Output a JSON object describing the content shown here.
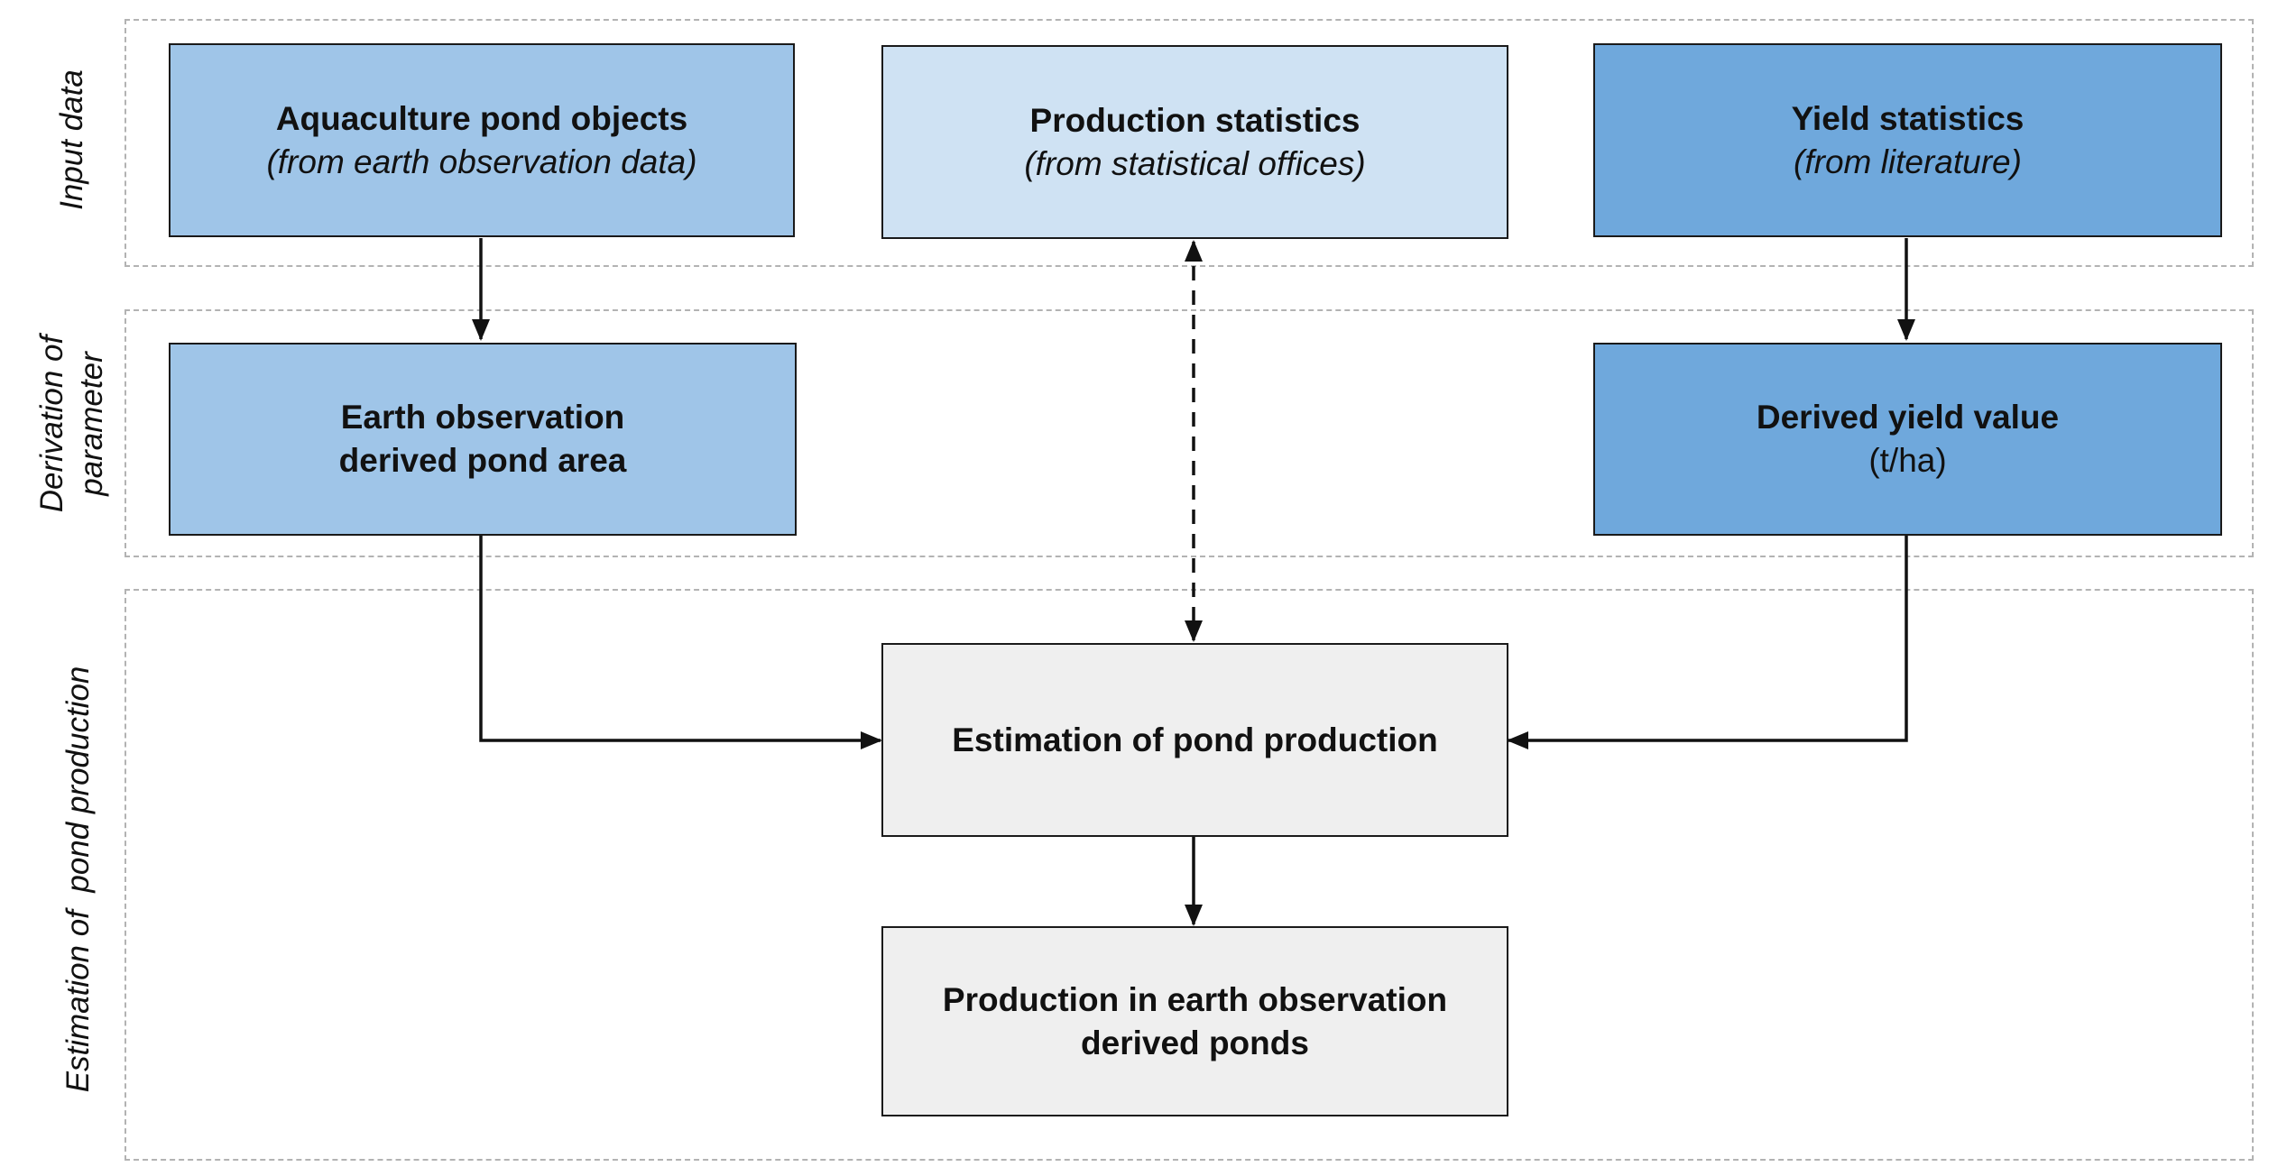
{
  "colors": {
    "pond_blue": "#9fc5e8",
    "production_blue": "#cfe2f3",
    "yield_blue": "#6fa8dc",
    "estimation_gray": "#efefef",
    "border": "#1a1a1a",
    "band_border": "#b3b3b3"
  },
  "bands": {
    "input": {
      "label": "Input data"
    },
    "derivation": {
      "label": "Derivation of\nparameter"
    },
    "estimation": {
      "label": "Estimation of  pond production"
    }
  },
  "nodes": {
    "pond_objects": {
      "title": "Aquaculture pond objects",
      "subtitle": "(from earth observation data)"
    },
    "production_stats": {
      "title": "Production statistics",
      "subtitle": "(from statistical offices)"
    },
    "yield_stats": {
      "title": "Yield statistics",
      "subtitle": "(from literature)"
    },
    "pond_area": {
      "title": "Earth observation\nderived pond area"
    },
    "yield_value": {
      "title": "Derived yield value",
      "subtitle": "(t/ha)"
    },
    "estimation": {
      "title": "Estimation of pond production"
    },
    "result": {
      "title": "Production in earth observation\nderived ponds"
    }
  },
  "edges": [
    {
      "from": "pond_objects",
      "to": "pond_area",
      "style": "solid"
    },
    {
      "from": "yield_stats",
      "to": "yield_value",
      "style": "solid"
    },
    {
      "from": "production_stats",
      "to": "estimation",
      "style": "dashed",
      "bidirectional": true
    },
    {
      "from": "pond_area",
      "to": "estimation",
      "style": "solid"
    },
    {
      "from": "yield_value",
      "to": "estimation",
      "style": "solid"
    },
    {
      "from": "estimation",
      "to": "result",
      "style": "solid"
    }
  ]
}
